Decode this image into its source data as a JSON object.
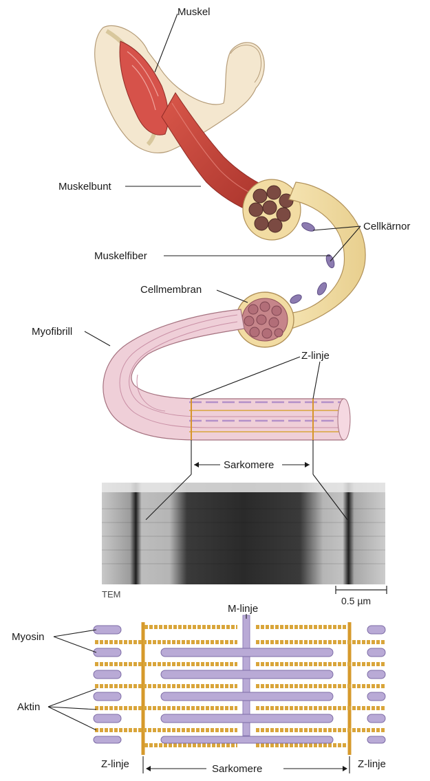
{
  "labels": {
    "muskel": "Muskel",
    "muskelbunt": "Muskelbunt",
    "cellkarnor": "Cellkärnor",
    "muskelfiber": "Muskelfiber",
    "cellmembran": "Cellmembran",
    "myofibrill": "Myofibrill",
    "z_linje_top": "Z-linje",
    "sarkomere_top": "Sarkomere",
    "tem": "TEM",
    "scale_bar": "0.5 µm",
    "m_linje": "M-linje",
    "myosin": "Myosin",
    "aktin": "Aktin",
    "z_linje_left": "Z-linje",
    "z_linje_right": "Z-linje",
    "sarkomere_bottom": "Sarkomere"
  },
  "colors": {
    "muscle_red": "#c9443a",
    "fiber_cream": "#f3dfa8",
    "nucleus_purple": "#8c7bb0",
    "myofibril_pink": "#e9c2cf",
    "myosin_lilac": "#b9aad6",
    "actin_gold": "#d9a53a",
    "z_line_gold": "#d69a2c"
  }
}
